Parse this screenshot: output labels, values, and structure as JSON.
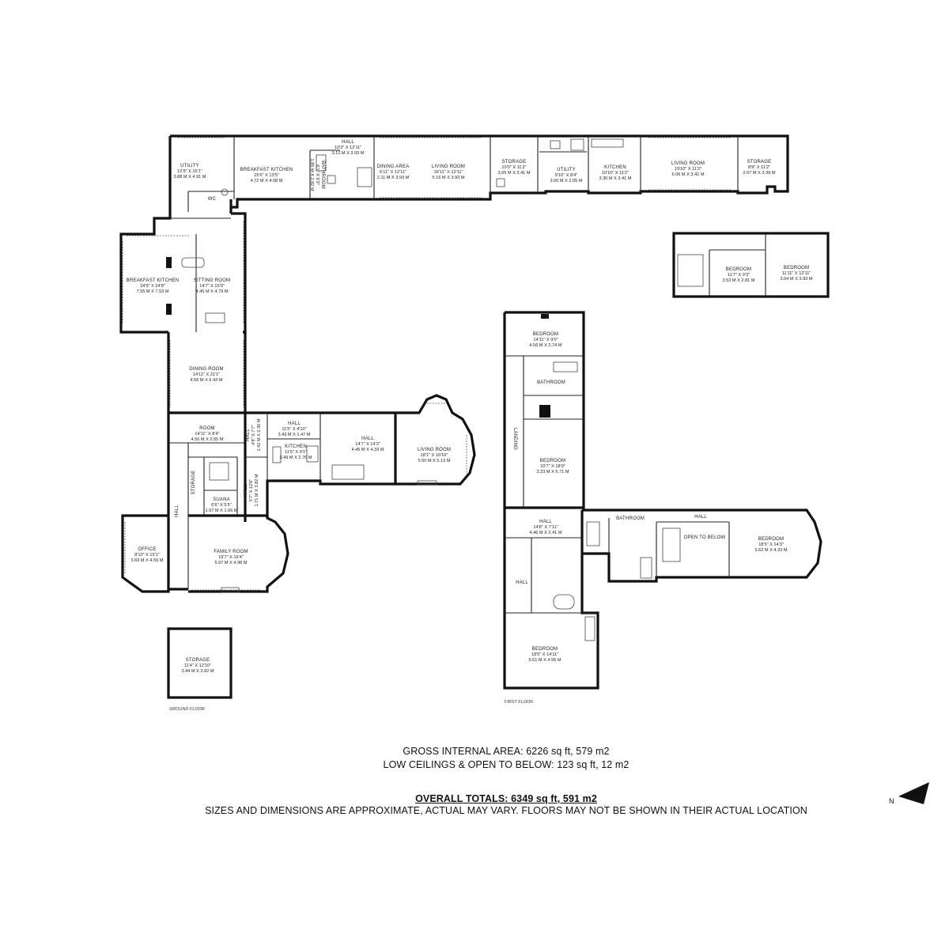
{
  "floors": [
    {
      "label": "GROUND FLOOR"
    },
    {
      "label": "FIRST FLOOR"
    }
  ],
  "rooms": {
    "utility_a": {
      "name": "UTILITY",
      "imperial": "12'9\" X 16'1\"",
      "metric": "3.88 M X 4.91 M"
    },
    "wc": {
      "name": "WC"
    },
    "breakfast_kitchen_a": {
      "name": "BREAKFAST KITCHEN",
      "imperial": "15'6\" X 13'5\"",
      "metric": "4.72 M X 4.08 M"
    },
    "bathroom_a": {
      "name": "BATHROOM",
      "imperial": "6'1\" X 9'3\"",
      "metric": "1.85 M X 2.82 M"
    },
    "hall_top": {
      "name": "HALL",
      "imperial": "10'3\" X 12'11\"",
      "metric": "3.12 M X 3.93 M"
    },
    "dining_area": {
      "name": "DINING AREA",
      "imperial": "6'11\" X 12'11\"",
      "metric": "2.11 M X 3.93 M"
    },
    "living_room_a": {
      "name": "LIVING ROOM",
      "imperial": "16'11\" X 12'11\"",
      "metric": "5.16 M X 3.93 M"
    },
    "storage_a": {
      "name": "STORAGE",
      "imperial": "10'0\" X 11'2\"",
      "metric": "3.05 M X 3.41 M"
    },
    "utility_b": {
      "name": "UTILITY",
      "imperial": "9'10\" X 8'4\"",
      "metric": "3.00 M X 2.55 M"
    },
    "kitchen_a": {
      "name": "KITCHEN",
      "imperial": "10'10\" X 11'2\"",
      "metric": "3.30 M X 3.41 M"
    },
    "living_room_b": {
      "name": "LIVING ROOM",
      "imperial": "19'10\" X 11'2\"",
      "metric": "6.06 M X 3.41 M"
    },
    "storage_b": {
      "name": "STORAGE",
      "imperial": "8'9\" X 11'2\"",
      "metric": "2.67 M X 3.39 M"
    },
    "breakfast_kitchen_b": {
      "name": "BREAKFAST KITCHEN",
      "imperial": "24'9\" X 24'8\"",
      "metric": "7.55 M X 7.53 M"
    },
    "sitting_room": {
      "name": "SITTING ROOM",
      "imperial": "14'7\" X 15'9\"",
      "metric": "4.45 M X 4.79 M"
    },
    "dining_room": {
      "name": "DINING ROOM",
      "imperial": "14'11\" X 21'1\"",
      "metric": "4.56 M X 6.43 M"
    },
    "room": {
      "name": "ROOM",
      "imperial": "14'11\" X 8'4\"",
      "metric": "4.56 M X 2.55 M"
    },
    "hall_small_a": {
      "name": "HALL",
      "imperial": "4'8\" X 7'7\"",
      "metric": "1.42 M X 2.30 M"
    },
    "hall_small_b": {
      "name": "HALL",
      "imperial": "11'5\" X 4'10\"",
      "metric": "3.49 M X 1.47 M"
    },
    "kitchen_b": {
      "name": "KITCHEN",
      "imperial": "11'5\" X 9'1\"",
      "metric": "3.49 M X 2.76 M"
    },
    "hall_mid": {
      "name": "HALL",
      "imperial": "14'7\" X 14'3\"",
      "metric": "4.45 M X 4.33 M"
    },
    "living_room_c": {
      "name": "LIVING ROOM",
      "imperial": "18'1\" X 16'10\"",
      "metric": "5.50 M X 5.13 M"
    },
    "hall_small_c": {
      "name": "HALL",
      "imperial": "5'7\" X 12'6\"",
      "metric": "1.71 M X 3.82 M"
    },
    "storage_c": {
      "name": "STORAGE"
    },
    "suana": {
      "name": "SUANA",
      "imperial": "6'6\" X 5'5\"",
      "metric": "1.97 M X 1.66 M"
    },
    "hall_side": {
      "name": "HALL"
    },
    "office": {
      "name": "OFFICE",
      "imperial": "8'10\" X 15'1\"",
      "metric": "2.69 M X 4.59 M"
    },
    "family_room": {
      "name": "FAMILY ROOM",
      "imperial": "19'7\" X 16'4\"",
      "metric": "5.97 M X 4.98 M"
    },
    "storage_d": {
      "name": "STORAGE",
      "imperial": "11'4\" X 12'10\"",
      "metric": "3.44 M X 3.92 M"
    },
    "bedroom_1": {
      "name": "BEDROOM",
      "imperial": "11'7\" X 9'3\"",
      "metric": "3.53 M X 2.81 M"
    },
    "bedroom_2": {
      "name": "BEDROOM",
      "imperial": "11'11\" X 12'11\"",
      "metric": "3.64 M X 3.93 M"
    },
    "bedroom_3": {
      "name": "BEDROOM",
      "imperial": "14'11\" X 9'0\"",
      "metric": "4.56 M X 2.74 M"
    },
    "bathroom_b": {
      "name": "BATHROOM"
    },
    "landing": {
      "name": "LANDING"
    },
    "bedroom_4": {
      "name": "BEDROOM",
      "imperial": "10'7\" X 18'9\"",
      "metric": "3.23 M X 5.71 M"
    },
    "hall_ff": {
      "name": "HALL",
      "imperial": "14'8\" X 7'11\"",
      "metric": "4.46 M X 2.41 M"
    },
    "bathroom_c": {
      "name": "BATHROOM"
    },
    "hall_ff_b": {
      "name": "HALL"
    },
    "open_to_below": {
      "name": "OPEN TO BELOW"
    },
    "bedroom_5": {
      "name": "BEDROOM",
      "imperial": "18'5\" X 14'3\"",
      "metric": "5.62 M X 4.33 M"
    },
    "hall_ff_c": {
      "name": "HALL"
    },
    "bedroom_6": {
      "name": "BEDROOM",
      "imperial": "18'5\" X 14'11\"",
      "metric": "5.61 M X 4.55 M"
    }
  },
  "summary": {
    "gross_internal_area": "GROSS INTERNAL AREA: 6226 sq ft, 579 m2",
    "low_ceilings": "LOW CEILINGS & OPEN TO BELOW: 123 sq ft, 12 m2",
    "overall_totals": "OVERALL TOTALS: 6349 sq ft, 591 m2",
    "disclaimer": "SIZES AND DIMENSIONS ARE APPROXIMATE, ACTUAL MAY VARY.  FLOORS MAY NOT BE SHOWN IN THEIR ACTUAL LOCATION"
  },
  "compass": {
    "label": "N"
  }
}
